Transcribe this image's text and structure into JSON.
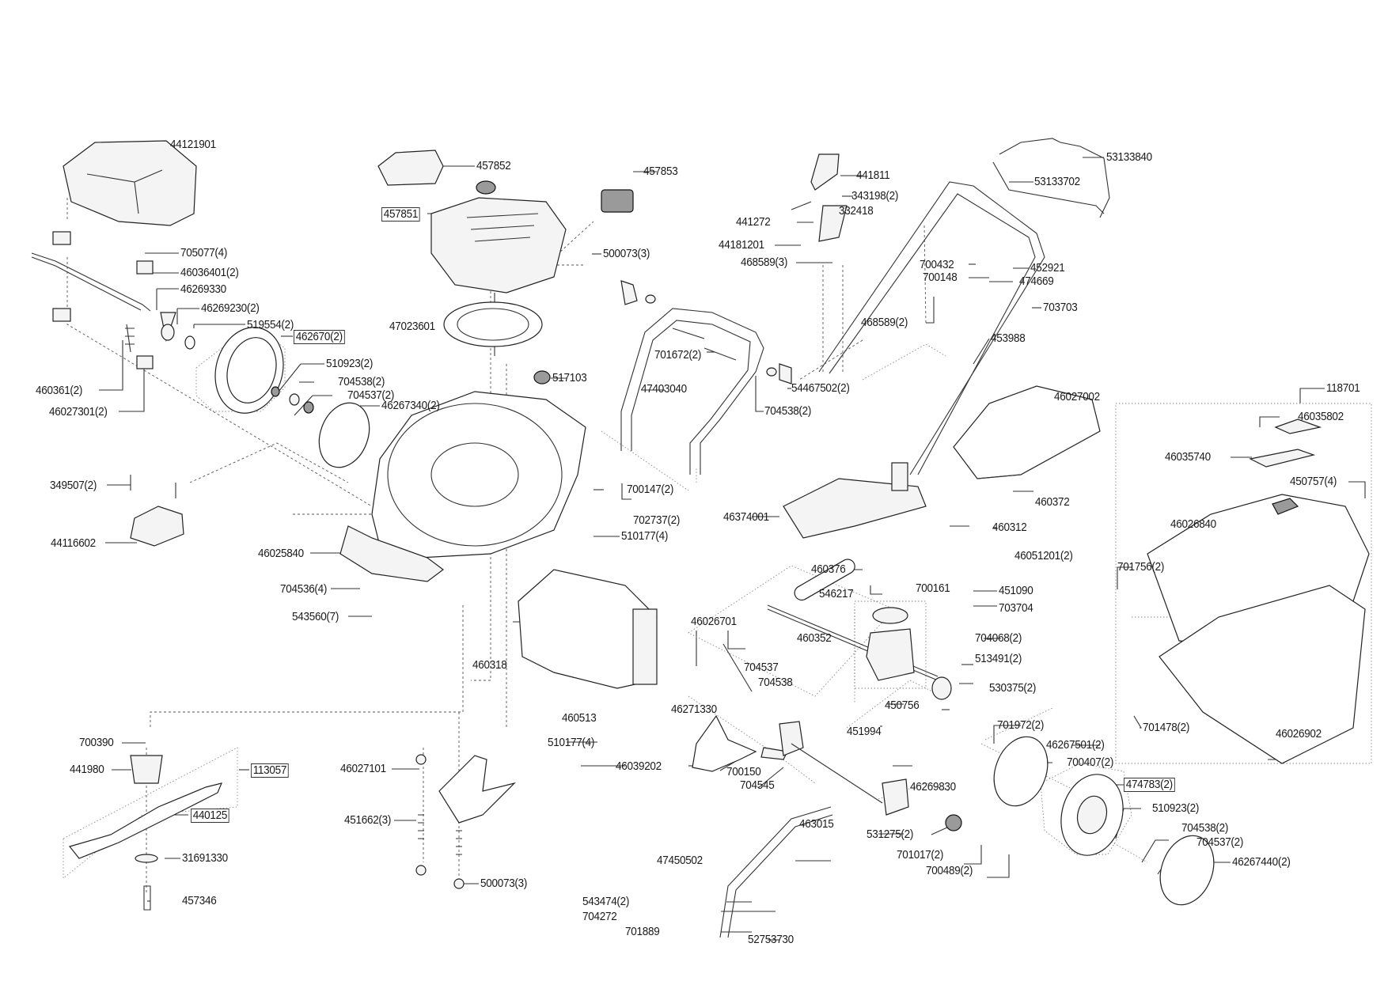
{
  "diagram": {
    "title": "Lawn mower exploded parts diagram",
    "labels": [
      {
        "id": "l44121901",
        "text": "44121901",
        "boxed": false
      },
      {
        "id": "l705077",
        "text": "705077(4)",
        "boxed": false
      },
      {
        "id": "l46036401",
        "text": "46036401(2)",
        "boxed": false
      },
      {
        "id": "l46269330",
        "text": "46269330",
        "boxed": false
      },
      {
        "id": "l46269230",
        "text": "46269230(2)",
        "boxed": false
      },
      {
        "id": "l519554",
        "text": "519554(2)",
        "boxed": false
      },
      {
        "id": "l462670",
        "text": "462670(2)",
        "boxed": true
      },
      {
        "id": "l510923a",
        "text": "510923(2)",
        "boxed": false
      },
      {
        "id": "l704538a",
        "text": "704538(2)",
        "boxed": false
      },
      {
        "id": "l704537a",
        "text": "704537(2)",
        "boxed": false
      },
      {
        "id": "l46267340",
        "text": "46267340(2)",
        "boxed": false
      },
      {
        "id": "l460361",
        "text": "460361(2)",
        "boxed": false
      },
      {
        "id": "l46027301",
        "text": "46027301(2)",
        "boxed": false
      },
      {
        "id": "l349507",
        "text": "349507(2)",
        "boxed": false
      },
      {
        "id": "l44116602",
        "text": "44116602",
        "boxed": false
      },
      {
        "id": "l46025840",
        "text": "46025840",
        "boxed": false
      },
      {
        "id": "l704536",
        "text": "704536(4)",
        "boxed": false
      },
      {
        "id": "l543560",
        "text": "543560(7)",
        "boxed": false
      },
      {
        "id": "l457852",
        "text": "457852",
        "boxed": false
      },
      {
        "id": "l457851",
        "text": "457851",
        "boxed": true
      },
      {
        "id": "l457853",
        "text": "457853",
        "boxed": false
      },
      {
        "id": "l500073a",
        "text": "500073(3)",
        "boxed": false
      },
      {
        "id": "l47023601",
        "text": "47023601",
        "boxed": false
      },
      {
        "id": "l517103",
        "text": "517103",
        "boxed": false
      },
      {
        "id": "l441811",
        "text": "441811",
        "boxed": false
      },
      {
        "id": "l343198",
        "text": "343198(2)",
        "boxed": false
      },
      {
        "id": "l332418",
        "text": "332418",
        "boxed": false
      },
      {
        "id": "l441272",
        "text": "441272",
        "boxed": false
      },
      {
        "id": "l44181201",
        "text": "44181201",
        "boxed": false
      },
      {
        "id": "l468589a",
        "text": "468589(3)",
        "boxed": false
      },
      {
        "id": "l53133840",
        "text": "53133840",
        "boxed": false
      },
      {
        "id": "l53133702",
        "text": "53133702",
        "boxed": false
      },
      {
        "id": "l700432",
        "text": "700432",
        "boxed": false
      },
      {
        "id": "l700148",
        "text": "700148",
        "boxed": false
      },
      {
        "id": "l452921",
        "text": "452921",
        "boxed": false
      },
      {
        "id": "l474669",
        "text": "474669",
        "boxed": false
      },
      {
        "id": "l703703",
        "text": "703703",
        "boxed": false
      },
      {
        "id": "l468589b",
        "text": "468589(2)",
        "boxed": false
      },
      {
        "id": "l453988",
        "text": "453988",
        "boxed": false
      },
      {
        "id": "l701672",
        "text": "701672(2)",
        "boxed": false
      },
      {
        "id": "l47403040",
        "text": "47403040",
        "boxed": false
      },
      {
        "id": "l54467502",
        "text": "54467502(2)",
        "boxed": false
      },
      {
        "id": "l704538b",
        "text": "704538(2)",
        "boxed": false
      },
      {
        "id": "l46027002",
        "text": "46027002",
        "boxed": false
      },
      {
        "id": "l118701",
        "text": "118701",
        "boxed": false
      },
      {
        "id": "l46035802",
        "text": "46035802",
        "boxed": false
      },
      {
        "id": "l46035740",
        "text": "46035740",
        "boxed": false
      },
      {
        "id": "l450757",
        "text": "450757(4)",
        "boxed": false
      },
      {
        "id": "l46026840",
        "text": "46026840",
        "boxed": false
      },
      {
        "id": "l700147",
        "text": "700147(2)",
        "boxed": false
      },
      {
        "id": "l702737",
        "text": "702737(2)",
        "boxed": false
      },
      {
        "id": "l510177a",
        "text": "510177(4)",
        "boxed": false
      },
      {
        "id": "l46374001",
        "text": "46374001",
        "boxed": false
      },
      {
        "id": "l460372",
        "text": "460372",
        "boxed": false
      },
      {
        "id": "l460312",
        "text": "460312",
        "boxed": false
      },
      {
        "id": "l46051201",
        "text": "46051201(2)",
        "boxed": false
      },
      {
        "id": "l460376",
        "text": "460376",
        "boxed": false
      },
      {
        "id": "l546217",
        "text": "546217",
        "boxed": false
      },
      {
        "id": "l700161",
        "text": "700161",
        "boxed": false
      },
      {
        "id": "l451090",
        "text": "451090",
        "boxed": false
      },
      {
        "id": "l703704",
        "text": "703704",
        "boxed": false
      },
      {
        "id": "l460352",
        "text": "460352",
        "boxed": false
      },
      {
        "id": "l704068",
        "text": "704068(2)",
        "boxed": false
      },
      {
        "id": "l513491",
        "text": "513491(2)",
        "boxed": false
      },
      {
        "id": "l530375",
        "text": "530375(2)",
        "boxed": false
      },
      {
        "id": "l701756",
        "text": "701756(2)",
        "boxed": false
      },
      {
        "id": "l701478",
        "text": "701478(2)",
        "boxed": false
      },
      {
        "id": "l46026902",
        "text": "46026902",
        "boxed": false
      },
      {
        "id": "l46026701",
        "text": "46026701",
        "boxed": false
      },
      {
        "id": "l460318",
        "text": "460318",
        "boxed": false
      },
      {
        "id": "l460513",
        "text": "460513",
        "boxed": false
      },
      {
        "id": "l510177b",
        "text": "510177(4)",
        "boxed": false
      },
      {
        "id": "l46039202",
        "text": "46039202",
        "boxed": false
      },
      {
        "id": "l704537b",
        "text": "704537",
        "boxed": false
      },
      {
        "id": "l704538c",
        "text": "704538",
        "boxed": false
      },
      {
        "id": "l46271330",
        "text": "46271330",
        "boxed": false
      },
      {
        "id": "l700150",
        "text": "700150",
        "boxed": false
      },
      {
        "id": "l704545",
        "text": "704545",
        "boxed": false
      },
      {
        "id": "l450756",
        "text": "450756",
        "boxed": false
      },
      {
        "id": "l451994",
        "text": "451994",
        "boxed": false
      },
      {
        "id": "l46269830",
        "text": "46269830",
        "boxed": false
      },
      {
        "id": "l463015",
        "text": "463015",
        "boxed": false
      },
      {
        "id": "l531275",
        "text": "531275(2)",
        "boxed": false
      },
      {
        "id": "l701017",
        "text": "701017(2)",
        "boxed": false
      },
      {
        "id": "l700489",
        "text": "700489(2)",
        "boxed": false
      },
      {
        "id": "l47450502",
        "text": "47450502",
        "boxed": false
      },
      {
        "id": "l543474",
        "text": "543474(2)",
        "boxed": false
      },
      {
        "id": "l704272",
        "text": "704272",
        "boxed": false
      },
      {
        "id": "l701889",
        "text": "701889",
        "boxed": false
      },
      {
        "id": "l52753730",
        "text": "52753730",
        "boxed": false
      },
      {
        "id": "l701972",
        "text": "701972(2)",
        "boxed": false
      },
      {
        "id": "l46267501",
        "text": "46267501(2)",
        "boxed": false
      },
      {
        "id": "l700407",
        "text": "700407(2)",
        "boxed": false
      },
      {
        "id": "l474783",
        "text": "474783(2)",
        "boxed": true
      },
      {
        "id": "l510923b",
        "text": "510923(2)",
        "boxed": false
      },
      {
        "id": "l704538d",
        "text": "704538(2)",
        "boxed": false
      },
      {
        "id": "l704537c",
        "text": "704537(2)",
        "boxed": false
      },
      {
        "id": "l46267440",
        "text": "46267440(2)",
        "boxed": false
      },
      {
        "id": "l700390",
        "text": "700390",
        "boxed": false
      },
      {
        "id": "l441980",
        "text": "441980",
        "boxed": false
      },
      {
        "id": "l113057",
        "text": "113057",
        "boxed": true
      },
      {
        "id": "l440125",
        "text": "440125",
        "boxed": true
      },
      {
        "id": "l31691330",
        "text": "31691330",
        "boxed": false
      },
      {
        "id": "l457346",
        "text": "457346",
        "boxed": false
      },
      {
        "id": "l46027101",
        "text": "46027101",
        "boxed": false
      },
      {
        "id": "l451662",
        "text": "451662(3)",
        "boxed": false
      },
      {
        "id": "l500073b",
        "text": "500073(3)",
        "boxed": false
      }
    ]
  }
}
